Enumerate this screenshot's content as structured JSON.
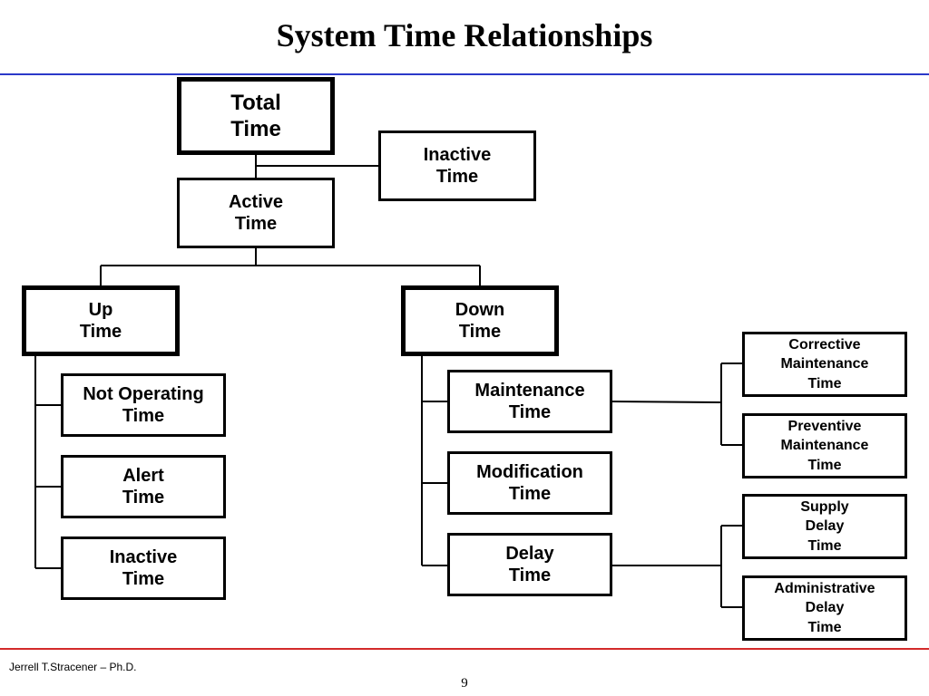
{
  "title": "System Time Relationships",
  "nodes": {
    "total": "Total\nTime",
    "inactive_top": "Inactive\nTime",
    "active": "Active\nTime",
    "up": "Up\nTime",
    "down": "Down\nTime",
    "not_operating": "Not Operating\nTime",
    "alert": "Alert\nTime",
    "inactive_up": "Inactive\nTime",
    "maintenance": "Maintenance\nTime",
    "modification": "Modification\nTime",
    "delay": "Delay\nTime",
    "corrective": "Corrective\nMaintenance\nTime",
    "preventive": "Preventive\nMaintenance\nTime",
    "supply": "Supply\nDelay\nTime",
    "administrative": "Administrative\nDelay\nTime"
  },
  "footer": {
    "author": "Jerrell T.Stracener – Ph.D.",
    "page": "9"
  },
  "colors": {
    "top_rule": "#2b39c9",
    "bottom_rule": "#d32a2a"
  }
}
